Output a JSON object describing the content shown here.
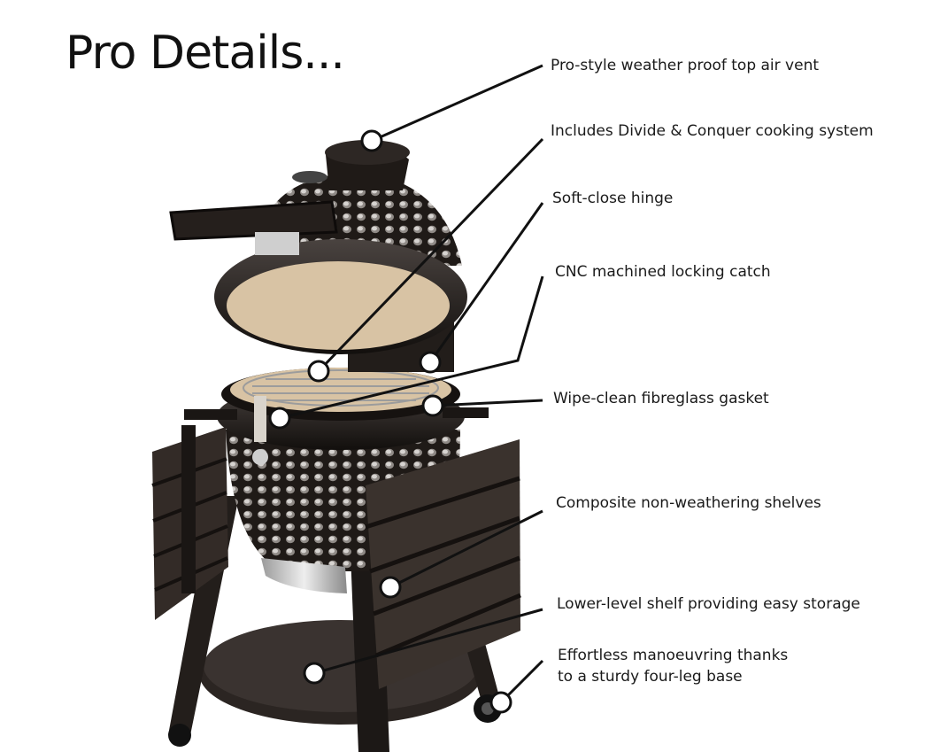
{
  "title": "Pro Details...",
  "callouts": [
    {
      "id": "vent",
      "label": "Pro-style weather proof top air vent"
    },
    {
      "id": "cooking",
      "label": "Includes Divide & Conquer cooking system"
    },
    {
      "id": "hinge",
      "label": "Soft-close hinge"
    },
    {
      "id": "catch",
      "label": "CNC machined locking catch"
    },
    {
      "id": "gasket",
      "label": "Wipe-clean fibreglass gasket"
    },
    {
      "id": "shelves",
      "label": "Composite non-weathering shelves"
    },
    {
      "id": "storage",
      "label": "Lower-level shelf providing easy storage"
    },
    {
      "id": "base",
      "label": "Effortless manoeuvring thanks",
      "label2": "to a sturdy four-leg base"
    }
  ],
  "colors": {
    "grill_body": "#1f1a17",
    "ceramic": "#d8c3a4",
    "steel": "#c9c9c9",
    "shelf": "#3a322d",
    "marker_fill": "#ffffff",
    "marker_stroke": "#111111"
  }
}
